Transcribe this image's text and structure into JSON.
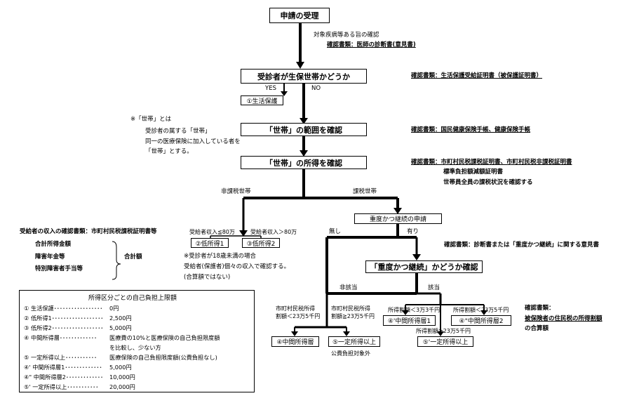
{
  "boxes": {
    "application": "申請の受理",
    "welfare_check": "受診者が生保世帯かどうか",
    "household_range": "「世帯」の範囲を確認",
    "household_income": "「世帯」の所得を確認",
    "severe_application": "重度かつ継続の申請",
    "severe_check": "「重度かつ継続」かどうか確認",
    "cat_welfare": "①生活保護",
    "cat_low1": "②低所得1",
    "cat_low2": "③低所得2",
    "cat_mid_a": "④中間所得層",
    "cat_fixed_a": "⑤一定所得以上",
    "cat_mid1": "④'中間所得層1",
    "cat_mid2": "④\"中間所得層2",
    "cat_fixed_b": "⑤'一定所得以上"
  },
  "labels": {
    "disease_check": "対象疾病等ある旨の確認",
    "doc_diagnosis": "確認書類：医師の診断書(意見書)",
    "doc_welfare": "確認書類：生活保護受給証明書（被保護証明書）",
    "doc_insurance": "確認書類：国民健康保険手帳、健康保険手帳",
    "doc_tax_line1": "確認書類：市町村民税課税証明書、市町村民税非課税証明書",
    "doc_tax_line2": "標準負担額減額証明書",
    "doc_tax_line3": "世帯員全員の課税状況を確認する",
    "doc_severe": "確認書類：診断書または「重度かつ継続」に関する意見書",
    "yes": "YES",
    "no": "NO",
    "household_note_1": "※「世帯」とは",
    "household_note_2": "受診者の属する「世帯」",
    "household_note_3": "同一の医療保険に加入している者を",
    "household_note_4": "「世帯」とする。",
    "non_taxed": "非課税世帯",
    "taxed": "課税世帯",
    "without": "無し",
    "with": "有り",
    "income_le80": "受給者収入≦80万",
    "income_gt80": "受給者収入＞80万",
    "income_doc": "受給者の収入の確認書類：市町村民税課税証明書等",
    "income_item1": "合計所得金額",
    "income_item2": "障害年金等",
    "income_item3": "特別障害者手当等",
    "income_total": "合計額",
    "minor_note_1": "※受診者が18歳未満の場合",
    "minor_note_2": "受給者(保護者)個々の収入で確認する。",
    "minor_note_3": "(合算額ではない)",
    "not_applicable": "非該当",
    "applicable": "該当",
    "tax_lt235_1": "市町村民税所得",
    "tax_lt235_2": "割額＜23万5千円",
    "tax_ge235_1": "市町村民税所得",
    "tax_ge235_2": "割額≧23万5千円",
    "public_excluded": "公費負担対象外",
    "tax_lt33": "所得割額＜3万3千円",
    "tax_lt235_b": "所得割額＜23万5千円",
    "tax_ge235_b": "所得割額≧23万5千円",
    "doc_final_1": "確認書類：",
    "doc_final_2": "被保険者の住民税の所得割額",
    "doc_final_3": "の合算額"
  },
  "legend": {
    "title": "所得区分ごとの自己負担上限額",
    "rows": [
      {
        "label": "① 生活保護･････････････････",
        "value": "0円"
      },
      {
        "label": "② 低所得1･･････････････････",
        "value": "2,500円"
      },
      {
        "label": "③ 低所得2･･････････････････",
        "value": "5,000円"
      },
      {
        "label": "④ 中間所得層･････････････",
        "value": "医療費の10%と医療保険の自己負担限度額"
      },
      {
        "label": "",
        "value": "を比較し、少ない方"
      },
      {
        "label": "⑤ 一定所得以上･･･････････",
        "value": "医療保険の自己負担限度額(公費負担なし)"
      },
      {
        "label": "④' 中間所得層1･････････････",
        "value": "5,000円"
      },
      {
        "label": "④\" 中間所得層2･････････････",
        "value": "10,000円"
      },
      {
        "label": "⑤' 一定所得以上･･･････････",
        "value": "20,000円"
      }
    ]
  }
}
